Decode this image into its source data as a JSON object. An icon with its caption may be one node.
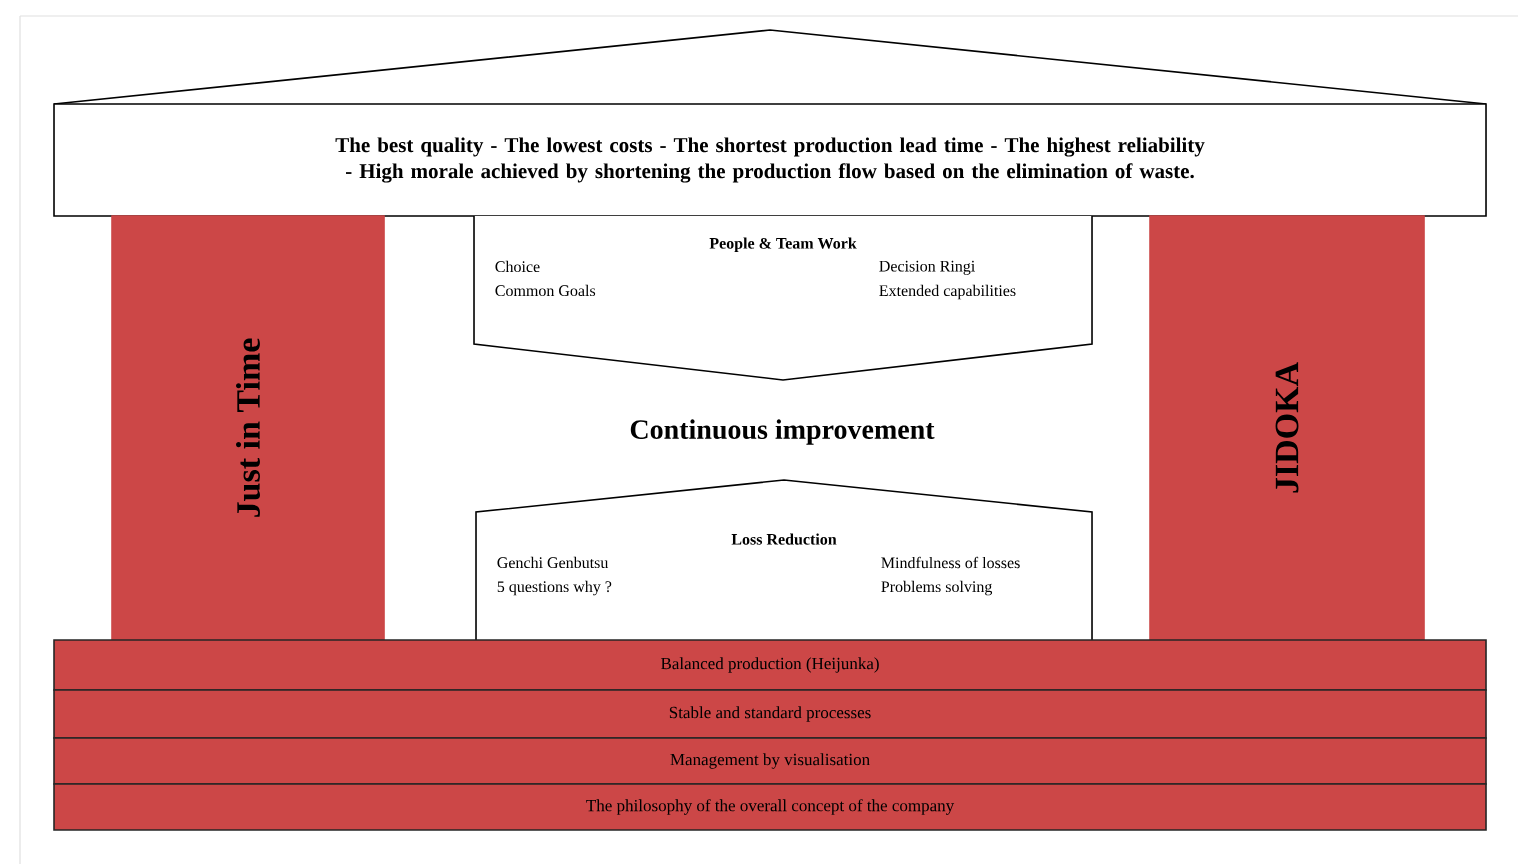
{
  "diagram": {
    "nodes": [
      {
        "text": [
          "The best quality - The lowest costs - The shortest production lead time - The highest reliability - High morale achieved by shortening the production flow based on the elimination of waste."
        ]
      },
      {
        "text": [
          "Just in Time"
        ]
      },
      {
        "text": [
          "JIDOKA"
        ]
      },
      {
        "text": [
          "People & Team Work",
          "Choice",
          "Common Goals",
          "Decision Ringi",
          "Extended capabilities"
        ]
      },
      {
        "text": [
          "Loss Reduction",
          "Genchi Genbutsu",
          "5 questions why ?",
          "Mindfulness of losses",
          "Problems solving"
        ]
      },
      {
        "text": [
          "Balanced production (Heijunka)"
        ]
      },
      {
        "text": [
          "Stable and standard processes"
        ]
      },
      {
        "text": [
          "Management by visualisation"
        ]
      },
      {
        "text": [
          "The philosophy of the overall concept of the company"
        ]
      }
    ],
    "labels": [
      "Continuous improvement"
    ]
  }
}
